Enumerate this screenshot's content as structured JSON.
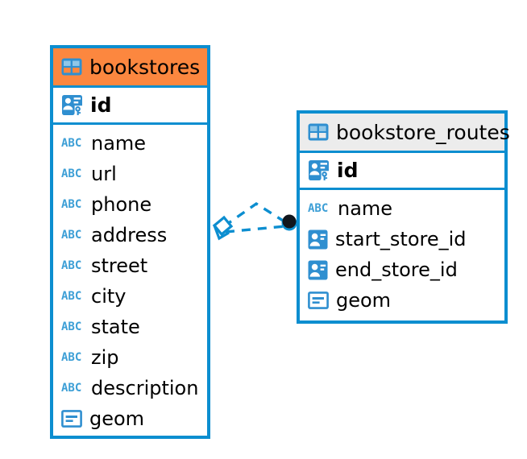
{
  "diagram": {
    "title": "bookstores-bookstore_routes-er-diagram",
    "background": "#ffffff",
    "accent_color": "#0c8ed0",
    "header_orange": "#fc873f",
    "header_gray": "#ececec"
  },
  "entities": [
    {
      "name": "bookstores",
      "header_style": "orange",
      "primary_key": {
        "label": "id",
        "icon": "primary-key-icon"
      },
      "fields": [
        {
          "label": "name",
          "icon": "abc-icon"
        },
        {
          "label": "url",
          "icon": "abc-icon"
        },
        {
          "label": "phone",
          "icon": "abc-icon"
        },
        {
          "label": "address",
          "icon": "abc-icon"
        },
        {
          "label": "street",
          "icon": "abc-icon"
        },
        {
          "label": "city",
          "icon": "abc-icon"
        },
        {
          "label": "state",
          "icon": "abc-icon"
        },
        {
          "label": "zip",
          "icon": "abc-icon"
        },
        {
          "label": "description",
          "icon": "abc-icon"
        },
        {
          "label": "geom",
          "icon": "geometry-icon"
        }
      ]
    },
    {
      "name": "bookstore_routes",
      "header_style": "gray",
      "primary_key": {
        "label": "id",
        "icon": "primary-key-icon"
      },
      "fields": [
        {
          "label": "name",
          "icon": "abc-icon"
        },
        {
          "label": "start_store_id",
          "icon": "foreign-key-icon"
        },
        {
          "label": "end_store_id",
          "icon": "foreign-key-icon"
        },
        {
          "label": "geom",
          "icon": "geometry-icon"
        }
      ]
    }
  ],
  "relationship": {
    "source_marker": "diamond-marker",
    "target_marker": "filled-circle-marker",
    "line_style": "dashed",
    "line_color": "#0c8ed0",
    "edge_count": 2
  },
  "icon_glyphs": {
    "table-icon": "grid",
    "primary-key-icon": "person-card-with-key",
    "foreign-key-icon": "person-card",
    "abc-icon": "ABC",
    "geometry-icon": "framed-bars"
  },
  "abc_label": "ABC"
}
